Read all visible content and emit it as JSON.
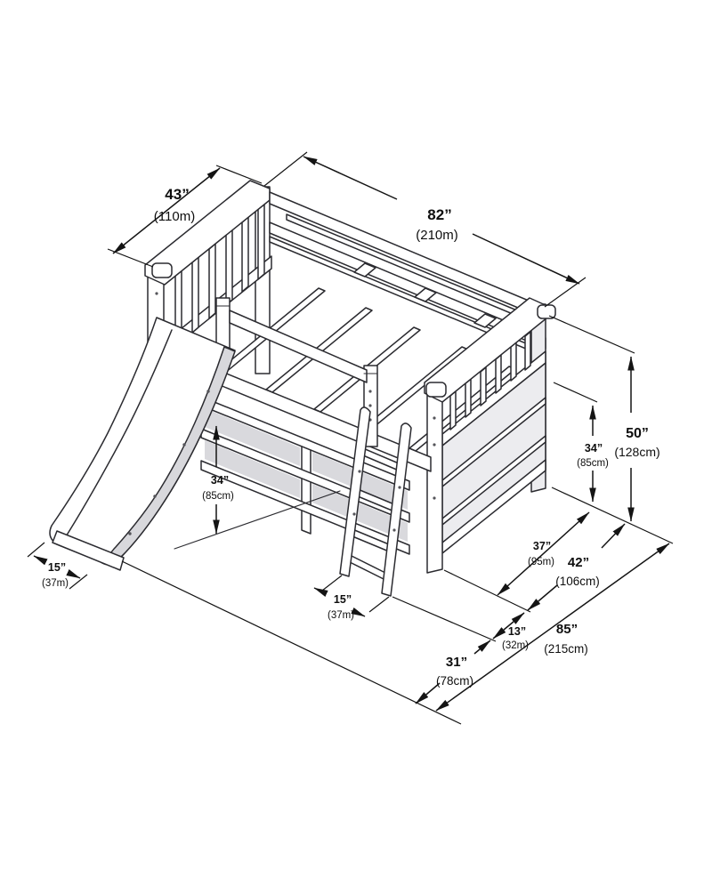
{
  "diagram": {
    "subject": "loft bed with slide, ladder and bookshelves - isometric dimension drawing",
    "dims": {
      "bed_width_top": {
        "value": "43”",
        "metric": "(110m)"
      },
      "bed_length_top": {
        "value": "82”",
        "metric": "(210m)"
      },
      "overall_height": {
        "value": "50”",
        "metric": "(128cm)"
      },
      "underbed_height_right": {
        "value": "34”",
        "metric": "(85cm)"
      },
      "underbed_height_center": {
        "value": "34”",
        "metric": "(85cm)"
      },
      "floor_depth": {
        "value": "37”",
        "metric": "(95m)"
      },
      "frame_depth": {
        "value": "42”",
        "metric": "(106cm)"
      },
      "ladder_offset": {
        "value": "13”",
        "metric": "(32m)"
      },
      "total_depth": {
        "value": "85”",
        "metric": "(215cm)"
      },
      "slide_depth": {
        "value": "31”",
        "metric": "(78cm)"
      },
      "slide_width": {
        "value": "15”",
        "metric": "(37m)"
      },
      "ladder_width": {
        "value": "15”",
        "metric": "(37m)"
      }
    },
    "colors": {
      "line": "#2b2b30",
      "dimension": "#141414",
      "shade_light": "#ececef",
      "shade_mid": "#d8d8dc",
      "background": "#ffffff"
    }
  }
}
